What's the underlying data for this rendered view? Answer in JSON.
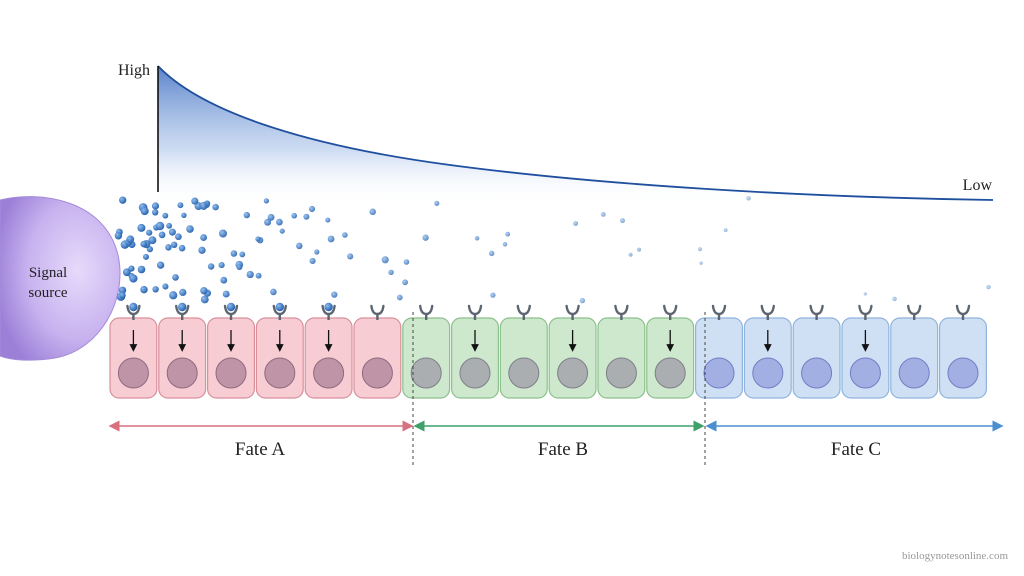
{
  "labels": {
    "high": "High",
    "low": "Low",
    "source_line1": "Signal",
    "source_line2": "source",
    "fate_a": "Fate A",
    "fate_b": "Fate B",
    "fate_c": "Fate C",
    "watermark": "biologynotesonline.com"
  },
  "colors": {
    "gradient": "#2f5fb0",
    "source": "#c9b3ef",
    "molecule": "#2f6fbf",
    "fate_a": "#d9707f",
    "fate_b": "#3fa06a",
    "fate_c": "#4a8fd0",
    "cell_a": "#f7cdd3",
    "cell_b": "#cde8cd",
    "cell_c": "#cfe0f5",
    "receptor": "#6b7480"
  },
  "zones": [
    {
      "name": "Fate A",
      "cells": 6,
      "bound": [
        true,
        true,
        true,
        true,
        true,
        false
      ],
      "arrow": [
        true,
        true,
        true,
        true,
        true,
        false
      ]
    },
    {
      "name": "Fate B",
      "cells": 6,
      "bound": [
        false,
        false,
        false,
        false,
        false,
        false
      ],
      "arrow": [
        false,
        true,
        false,
        true,
        false,
        true
      ]
    },
    {
      "name": "Fate C",
      "cells": 6,
      "bound": [
        false,
        false,
        false,
        false,
        false,
        false
      ],
      "arrow": [
        false,
        true,
        false,
        true,
        false,
        false
      ]
    }
  ]
}
